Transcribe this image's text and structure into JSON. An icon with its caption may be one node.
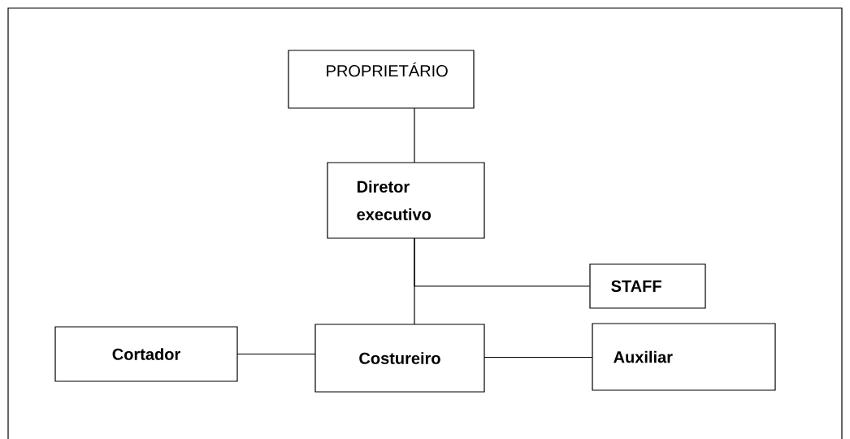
{
  "diagram": {
    "nodes": [
      {
        "text": [
          "PROPRIETÁRIO"
        ]
      },
      {
        "text": [
          "Diretor executivo"
        ]
      },
      {
        "text": [
          "STAFF"
        ]
      },
      {
        "text": [
          "Cortador"
        ]
      },
      {
        "text": [
          "Costureiro"
        ]
      },
      {
        "text": [
          "Auxiliar"
        ]
      }
    ],
    "edges": [
      {
        "from": 0,
        "to": 1,
        "arrow": "none"
      },
      {
        "from": 1,
        "to": 4,
        "arrow": "none"
      },
      {
        "from": 1,
        "to": 2,
        "arrow": "none"
      },
      {
        "from": 3,
        "to": 4,
        "arrow": "none"
      },
      {
        "from": 4,
        "to": 5,
        "arrow": "none"
      }
    ]
  }
}
